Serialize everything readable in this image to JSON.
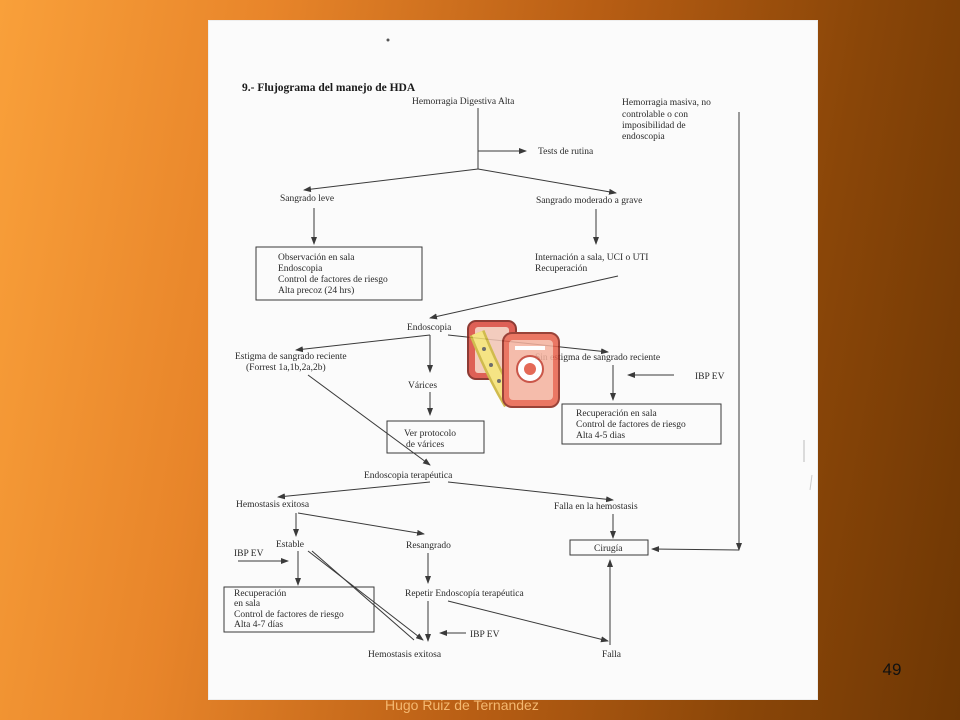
{
  "slide": {
    "page_number": "49",
    "footer": "Hugo Ruiz de Ternandez"
  },
  "flowchart": {
    "title": "9.- Flujograma del manejo de HDA",
    "nodes": {
      "hda": "Hemorragia Digestiva Alta",
      "masiva_1": "Hemorragia masiva, no",
      "masiva_2": "controlable o con",
      "masiva_3": "imposibilidad de",
      "masiva_4": "endoscopia",
      "tests": "Tests de rutina",
      "leve": "Sangrado leve",
      "moderado": "Sangrado moderado a grave",
      "obs_1": "Observación en sala",
      "obs_2": "Endoscopia",
      "obs_3": "Control de factores de riesgo",
      "obs_4": "Alta precoz (24 hrs)",
      "intern_1": "Internación a sala, UCI o UTI",
      "intern_2": "Recuperación",
      "endoscopia": "Endoscopia",
      "estigma_1": "Estigma de sangrado reciente",
      "estigma_2": "(Forrest 1a,1b,2a,2b)",
      "varices": "Várices",
      "sin_estigma": "Sin estigma de sangrado reciente",
      "ibp_1": "IBP EV",
      "ver_1": "Ver protocolo",
      "ver_2": "de várices",
      "rec1_1": "Recuperación en sala",
      "rec1_2": "Control de factores de riesgo",
      "rec1_3": "Alta 4-5 dias",
      "endo_ter": "Endoscopia terapéutica",
      "hemo_exit": "Hemostasis exitosa",
      "falla_hemo": "Falla en la hemostasis",
      "estable": "Estable",
      "resangrado": "Resangrado",
      "cirugia": "Cirugía",
      "ibp_2": "IBP EV",
      "rec2_1": "Recuperación",
      "rec2_2": "en sala",
      "rec2_3": "Control de factores de riesgo",
      "rec2_4": "Alta 4-7 días",
      "repetir": "Repetir Endoscopía terapéutica",
      "ibp_3": "IBP EV",
      "hemo_exit_2": "Hemostasis exitosa",
      "falla": "Falla"
    }
  },
  "colors": {
    "paper": "#fbfbfb",
    "ink": "#2a2a2a",
    "accent_icon": "#e85a3a"
  },
  "icons": [
    "slideshow-icon"
  ]
}
